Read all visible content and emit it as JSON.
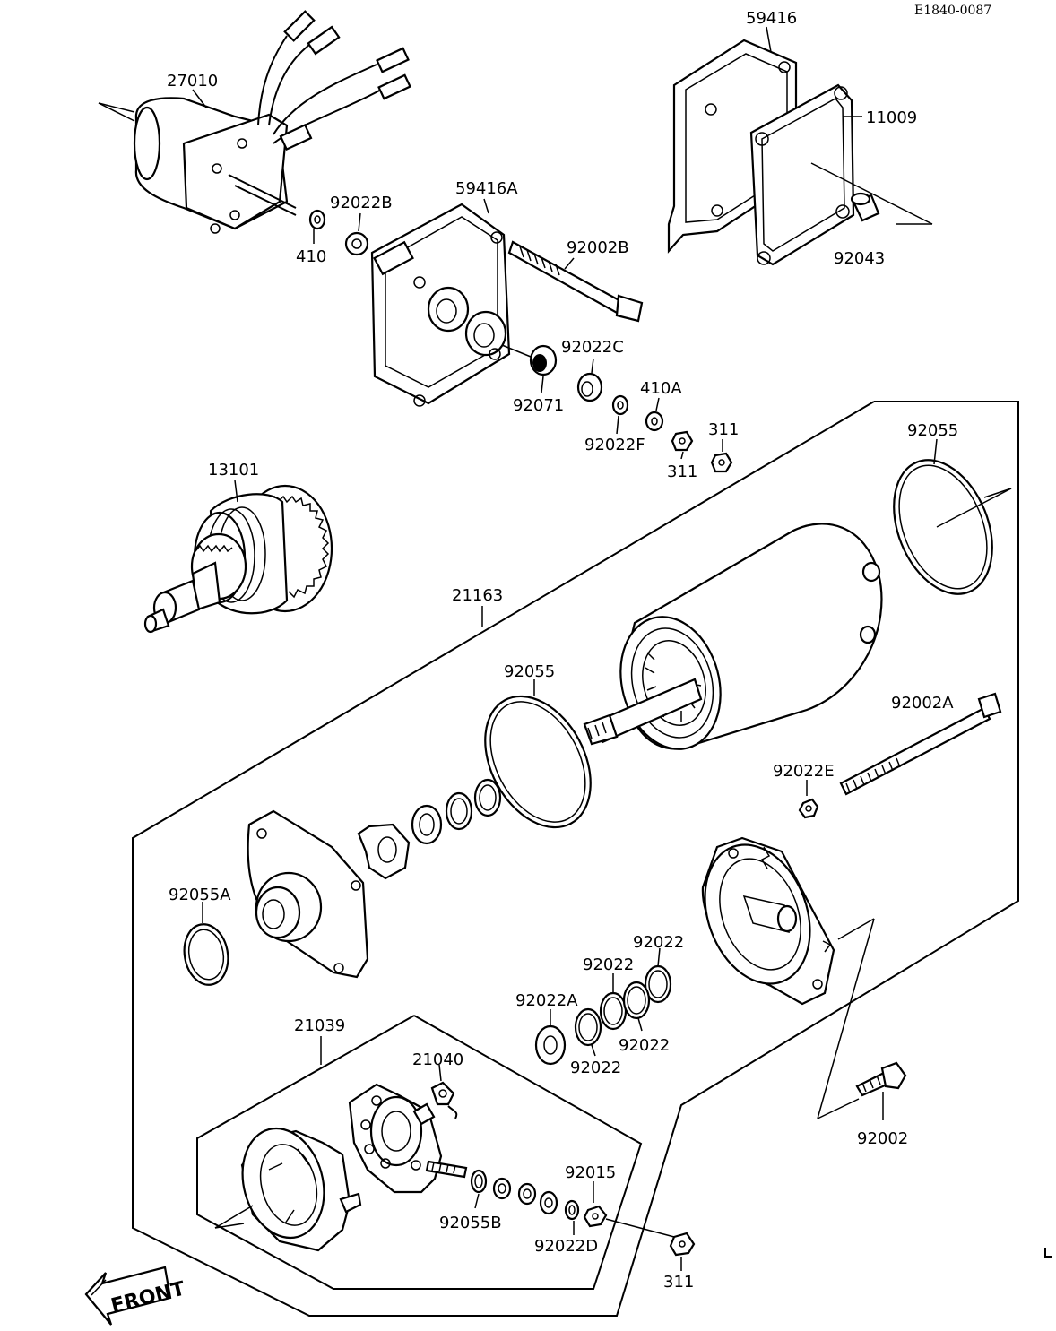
{
  "drawing_code": "E1840-0087",
  "front_label": "FRONT",
  "parts": {
    "p27010": "27010",
    "p410": "410",
    "p92022B": "92022B",
    "p59416A": "59416A",
    "p92002B": "92002B",
    "p59416": "59416",
    "p11009": "11009",
    "p92043": "92043",
    "p92022C": "92022C",
    "p92071": "92071",
    "p410A": "410A",
    "p92022F": "92022F",
    "p311a": "311",
    "p311b": "311",
    "p92055a": "92055",
    "p13101": "13101",
    "p21163": "21163",
    "p92055b": "92055",
    "p92002A": "92002A",
    "p92022E": "92022E",
    "p92055A": "92055A",
    "p92022a": "92022",
    "p92022b": "92022",
    "p92022A": "92022A",
    "p92022c": "92022",
    "p92022d": "92022",
    "p21039": "21039",
    "p21040": "21040",
    "p92002": "92002",
    "p92015": "92015",
    "p92055B": "92055B",
    "p92022D": "92022D",
    "p311c": "311"
  }
}
